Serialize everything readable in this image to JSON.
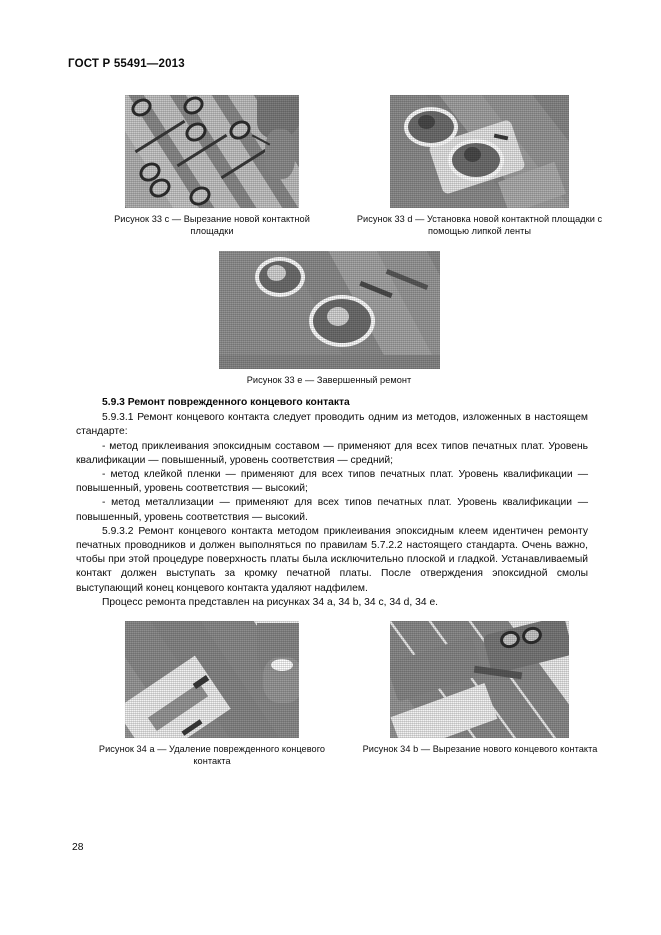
{
  "document": {
    "standard_header": "ГОСТ Р 55491—2013",
    "page_number": "28"
  },
  "figures": [
    {
      "id": "33c",
      "caption": "Рисунок 33 c — Вырезание новой контактной площадки",
      "alt": "photo-pcb-cutting-new-pad"
    },
    {
      "id": "33d",
      "caption": "Рисунок 33 d — Установка новой контактной площадки с помощью липкой ленты",
      "alt": "photo-pcb-installing-new-pad-with-tape"
    },
    {
      "id": "33e",
      "caption": "Рисунок 33 e — Завершенный ремонт",
      "alt": "photo-pcb-completed-repair"
    },
    {
      "id": "34a",
      "caption": "Рисунок 34 a — Удаление поврежденного концевого контакта",
      "alt": "photo-pcb-removing-damaged-edge-contact"
    },
    {
      "id": "34b",
      "caption": "Рисунок 34 b — Вырезание нового концевого контакта",
      "alt": "photo-pcb-cutting-new-edge-contact"
    }
  ],
  "section": {
    "heading": "5.9.3 Ремонт поврежденного концевого контакта",
    "paragraphs": [
      "5.9.3.1 Ремонт концевого контакта следует проводить одним из методов, изложенных в настоящем стандарте:",
      "- метод приклеивания эпоксидным составом — применяют для всех типов печатных плат. Уровень квалификации — повышенный, уровень соответствия — средний;",
      "- метод клейкой пленки — применяют для всех типов печатных плат. Уровень квалификации — повышенный, уровень соответствия — высокий;",
      "- метод металлизации — применяют для всех типов печатных плат. Уровень квалификации — повышенный, уровень соответствия — высокий.",
      "5.9.3.2 Ремонт концевого контакта методом приклеивания эпоксидным клеем идентичен ремонту печатных проводников и должен выполняться по правилам 5.7.2.2 настоящего стандарта. Очень важно, чтобы при этой процедуре поверхность платы была исключительно плоской и гладкой. Устанавливаемый контакт должен выступать за кромку печатной платы. После отверждения эпоксидной смолы выступающий конец концевого контакта удаляют надфилем.",
      "Процесс ремонта представлен на рисунках 34 a, 34 b, 34 c, 34 d, 34 e."
    ]
  }
}
